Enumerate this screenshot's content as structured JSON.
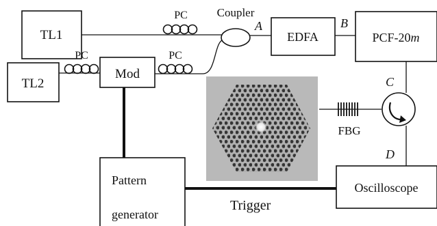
{
  "components": {
    "tl1": "TL1",
    "tl2": "TL2",
    "mod": "Mod",
    "coupler": "Coupler",
    "edfa": "EDFA",
    "pcf_main": "PCF-20",
    "pcf_unit": "m",
    "oscilloscope": "Oscilloscope",
    "pattern_line1": "Pattern",
    "pattern_line2": "generator",
    "fbg": "FBG"
  },
  "polarization_controllers": [
    "PC",
    "PC",
    "PC"
  ],
  "points": {
    "a": "A",
    "b": "B",
    "c": "C",
    "d": "D"
  },
  "trigger": "Trigger",
  "inset": {
    "description_icon": "pcf-cross-section-image"
  },
  "colors": {
    "line": "#111111",
    "background": "#ffffff",
    "photo_bg": "#b7b7b7",
    "holes": "#3a3a3a"
  }
}
